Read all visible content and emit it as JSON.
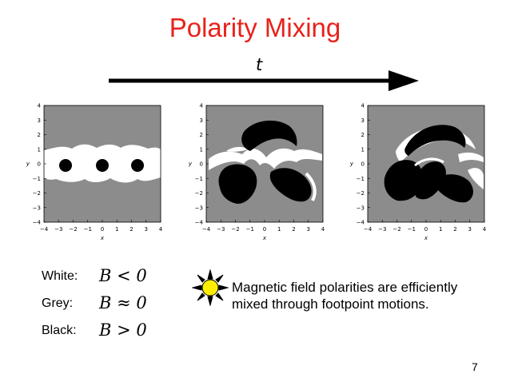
{
  "slide": {
    "title": "Polarity Mixing",
    "time_label": "t",
    "page_number": "7"
  },
  "panels": {
    "x_label": "x",
    "y_label": "y",
    "x_ticks": [
      "−4",
      "−3",
      "−2",
      "−1",
      "0",
      "1",
      "2",
      "3",
      "4"
    ],
    "y_ticks": [
      "4",
      "3",
      "2",
      "1",
      "0",
      "−1",
      "−2",
      "−3",
      "−4"
    ],
    "x_range": [
      -4,
      4
    ],
    "y_range": [
      -4,
      4
    ],
    "colors": {
      "white": "#ffffff",
      "grey": "#8c8c8c",
      "black": "#000000"
    }
  },
  "legend": [
    {
      "label": "White:",
      "expr": "B < 0"
    },
    {
      "label": "Grey:",
      "expr": "B ≈ 0"
    },
    {
      "label": "Black:",
      "expr": "B > 0"
    }
  ],
  "note": {
    "line1": "Magnetic field polarities are efficiently",
    "line2": "mixed through footpoint motions."
  }
}
